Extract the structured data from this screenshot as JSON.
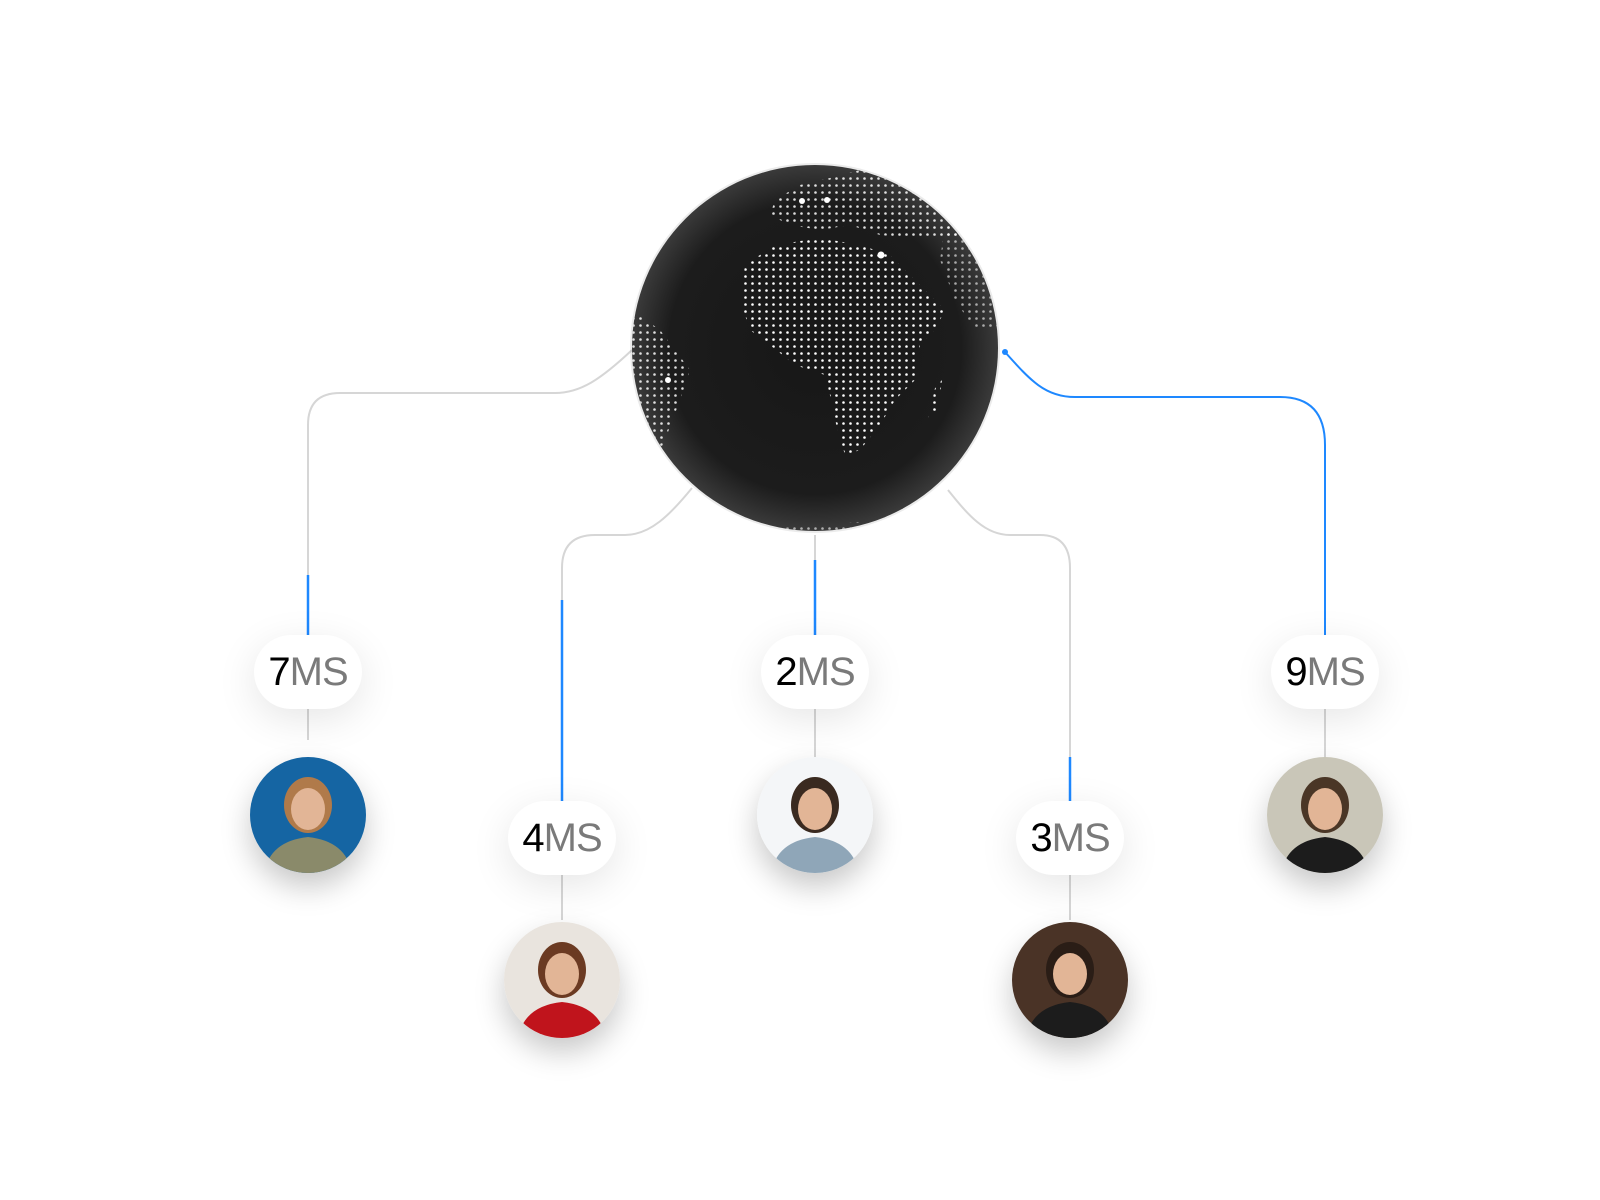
{
  "globe": {
    "icon": "globe-icon",
    "fill": "#1a1a1a",
    "dot_color": "#ffffff"
  },
  "colors": {
    "active_line": "#1e88ff",
    "inactive_line": "#d6d6d6"
  },
  "nodes": [
    {
      "value": "7",
      "unit": "MS",
      "avatar_bg": "#1565a3",
      "shirt": "#8a8a6a",
      "hair": "#b07a4a"
    },
    {
      "value": "4",
      "unit": "MS",
      "avatar_bg": "#e9e4de",
      "shirt": "#c0141c",
      "hair": "#6b3a22"
    },
    {
      "value": "2",
      "unit": "MS",
      "avatar_bg": "#f4f6f8",
      "shirt": "#8fa6b8",
      "hair": "#3a2a20"
    },
    {
      "value": "3",
      "unit": "MS",
      "avatar_bg": "#4a3326",
      "shirt": "#1c1c1c",
      "hair": "#2a1d16"
    },
    {
      "value": "9",
      "unit": "MS",
      "avatar_bg": "#c9c6b8",
      "shirt": "#1c1c1c",
      "hair": "#4a3626"
    }
  ]
}
